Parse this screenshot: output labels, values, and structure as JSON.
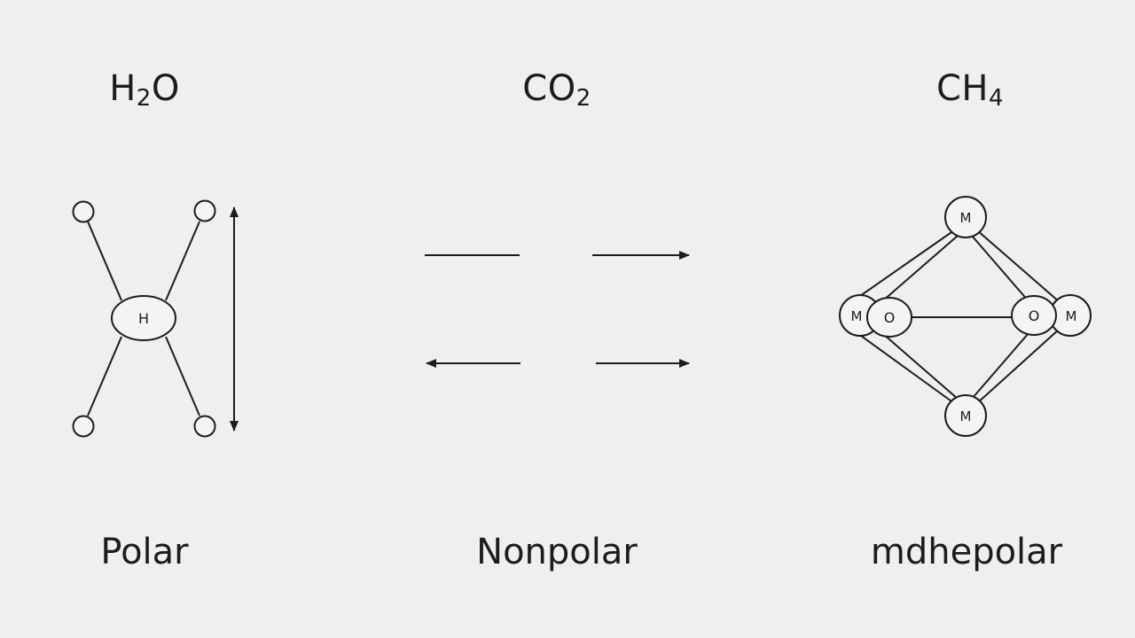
{
  "molecules": [
    {
      "formula_main": "H",
      "formula_sub": "2",
      "formula_tail": "O",
      "label": "Polar",
      "atoms": {
        "center": "H"
      }
    },
    {
      "formula_main": "CO",
      "formula_sub": "2",
      "formula_tail": "",
      "label": "Nonpolar"
    },
    {
      "formula_main": "CH",
      "formula_sub": "4",
      "formula_tail": "",
      "label": "mdhepolar",
      "atoms": {
        "top": "M",
        "left_outer": "M",
        "left_inner": "O",
        "right_inner": "O",
        "right_outer": "M",
        "bottom": "M"
      }
    }
  ],
  "colors": {
    "background": "#efefef",
    "ink": "#1c1c1c",
    "atom_fill": "#f4f4f4"
  }
}
